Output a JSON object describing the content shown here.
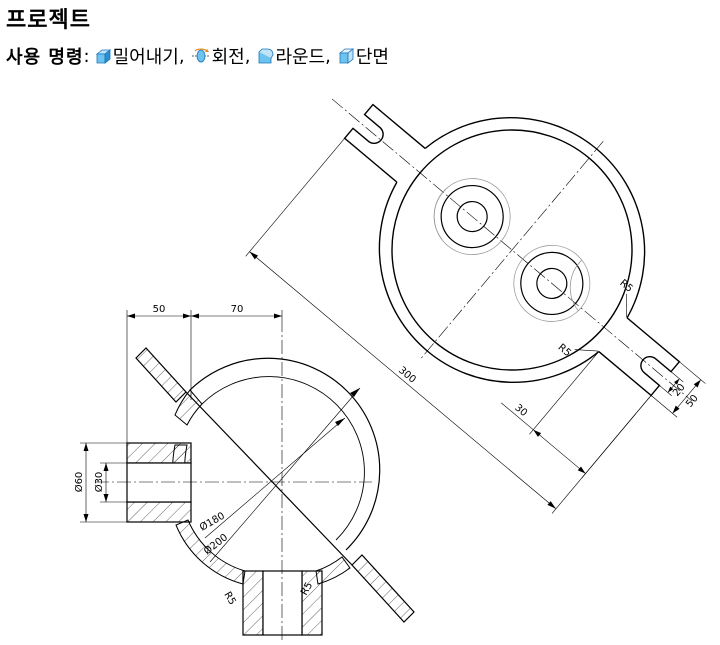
{
  "title": "프로젝트",
  "commands": {
    "label": "사용 명령",
    "colon": ":",
    "items": [
      {
        "icon": "extrude-icon",
        "label": "밀어내기",
        "sep": ","
      },
      {
        "icon": "revolve-icon",
        "label": "회전",
        "sep": ","
      },
      {
        "icon": "fillet-icon",
        "label": "라운드",
        "sep": ","
      },
      {
        "icon": "section-icon",
        "label": "단면",
        "sep": ""
      }
    ]
  },
  "dimensions": {
    "top_view": {
      "length": "300",
      "width_30": "30",
      "width_50": "50",
      "slot_20": "20",
      "r5_a": "R5",
      "r5_b": "R5"
    },
    "section_view": {
      "w50": "50",
      "w70": "70",
      "d60": "Ø60",
      "d30": "Ø30",
      "d180": "Ø180",
      "d200": "Ø200",
      "r5_a": "R5",
      "r5_b": "R5"
    }
  }
}
